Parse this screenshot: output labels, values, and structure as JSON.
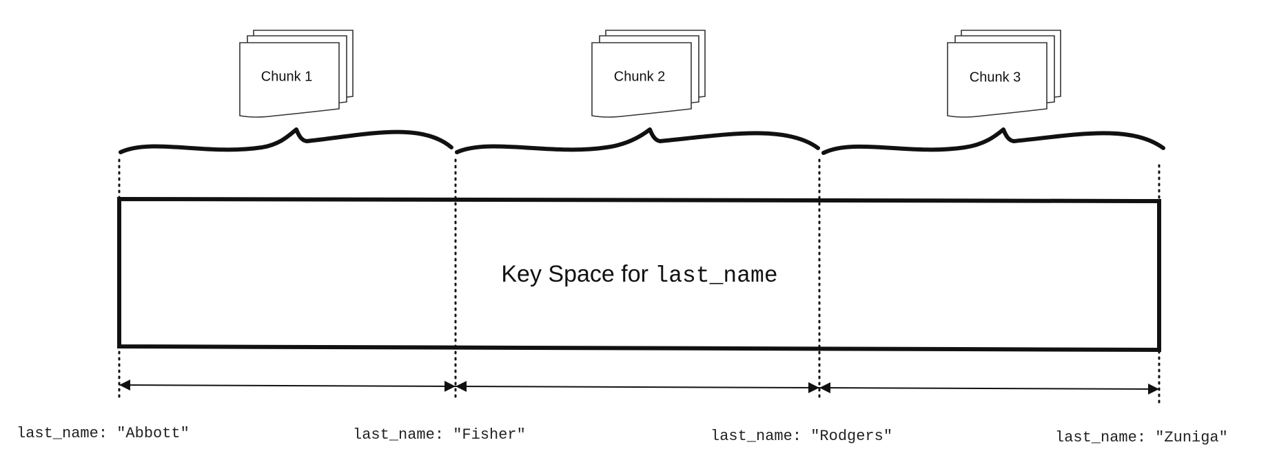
{
  "title": {
    "prefix": "Key Space for ",
    "field": "last_name"
  },
  "chunks": [
    {
      "label": "Chunk 1"
    },
    {
      "label": "Chunk 2"
    },
    {
      "label": "Chunk 3"
    }
  ],
  "boundaries": [
    {
      "label": "last_name: \"Abbott\""
    },
    {
      "label": "last_name: \"Fisher\""
    },
    {
      "label": "last_name: \"Rodgers\""
    },
    {
      "label": "last_name: \"Zuniga\""
    }
  ]
}
